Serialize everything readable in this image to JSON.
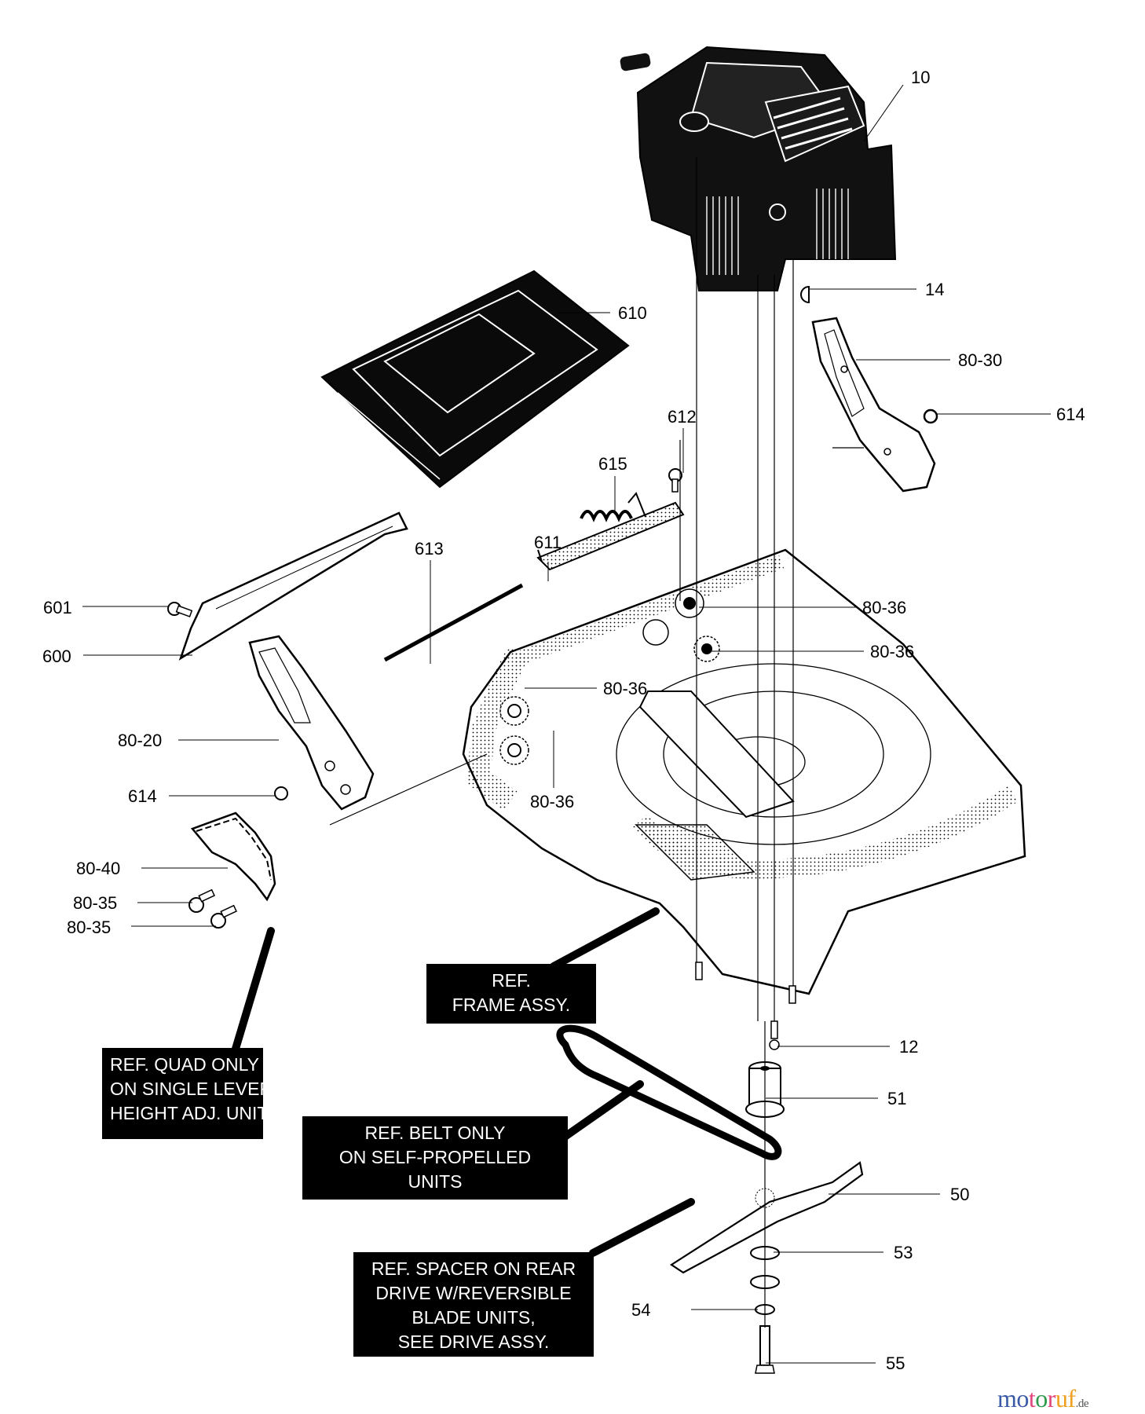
{
  "diagram": {
    "title": "Lawn mower engine, deck and blade parts diagram",
    "callouts": [
      {
        "id": "c10",
        "label": "10"
      },
      {
        "id": "c14",
        "label": "14"
      },
      {
        "id": "c610",
        "label": "610"
      },
      {
        "id": "c8030",
        "label": "80-30"
      },
      {
        "id": "c612",
        "label": "612"
      },
      {
        "id": "c614r",
        "label": "614"
      },
      {
        "id": "c615",
        "label": "615"
      },
      {
        "id": "c613",
        "label": "613"
      },
      {
        "id": "c611",
        "label": "611"
      },
      {
        "id": "c601",
        "label": "601"
      },
      {
        "id": "c600",
        "label": "600"
      },
      {
        "id": "c8036a",
        "label": "80-36"
      },
      {
        "id": "c8036b",
        "label": "80-36"
      },
      {
        "id": "c8036c",
        "label": "80-36"
      },
      {
        "id": "c8036d",
        "label": "80-36"
      },
      {
        "id": "c8020",
        "label": "80-20"
      },
      {
        "id": "c614l",
        "label": "614"
      },
      {
        "id": "c8040",
        "label": "80-40"
      },
      {
        "id": "c8035a",
        "label": "80-35"
      },
      {
        "id": "c8035b",
        "label": "80-35"
      },
      {
        "id": "c12",
        "label": "12"
      },
      {
        "id": "c51",
        "label": "51"
      },
      {
        "id": "c50",
        "label": "50"
      },
      {
        "id": "c53",
        "label": "53"
      },
      {
        "id": "c54",
        "label": "54"
      },
      {
        "id": "c55",
        "label": "55"
      }
    ],
    "reference_boxes": {
      "frame": [
        "REF.",
        "FRAME ASSY."
      ],
      "quad": [
        "REF. QUAD ONLY",
        "ON SINGLE LEVER",
        "HEIGHT ADJ. UNITS"
      ],
      "belt": [
        "REF. BELT ONLY",
        "ON SELF-PROPELLED",
        "UNITS"
      ],
      "spacer": [
        "REF. SPACER ON REAR",
        "DRIVE W/REVERSIBLE",
        "BLADE UNITS,",
        "SEE DRIVE ASSY."
      ]
    }
  },
  "watermark": {
    "letters": [
      "m",
      "o",
      "t",
      "o",
      "r",
      "u",
      "f"
    ],
    "colors": [
      "#3a5aa8",
      "#3a5aa8",
      "#e0457b",
      "#2e9a4a",
      "#e0457b",
      "#f0a020",
      "#f0a020"
    ],
    "tld": ".de"
  }
}
